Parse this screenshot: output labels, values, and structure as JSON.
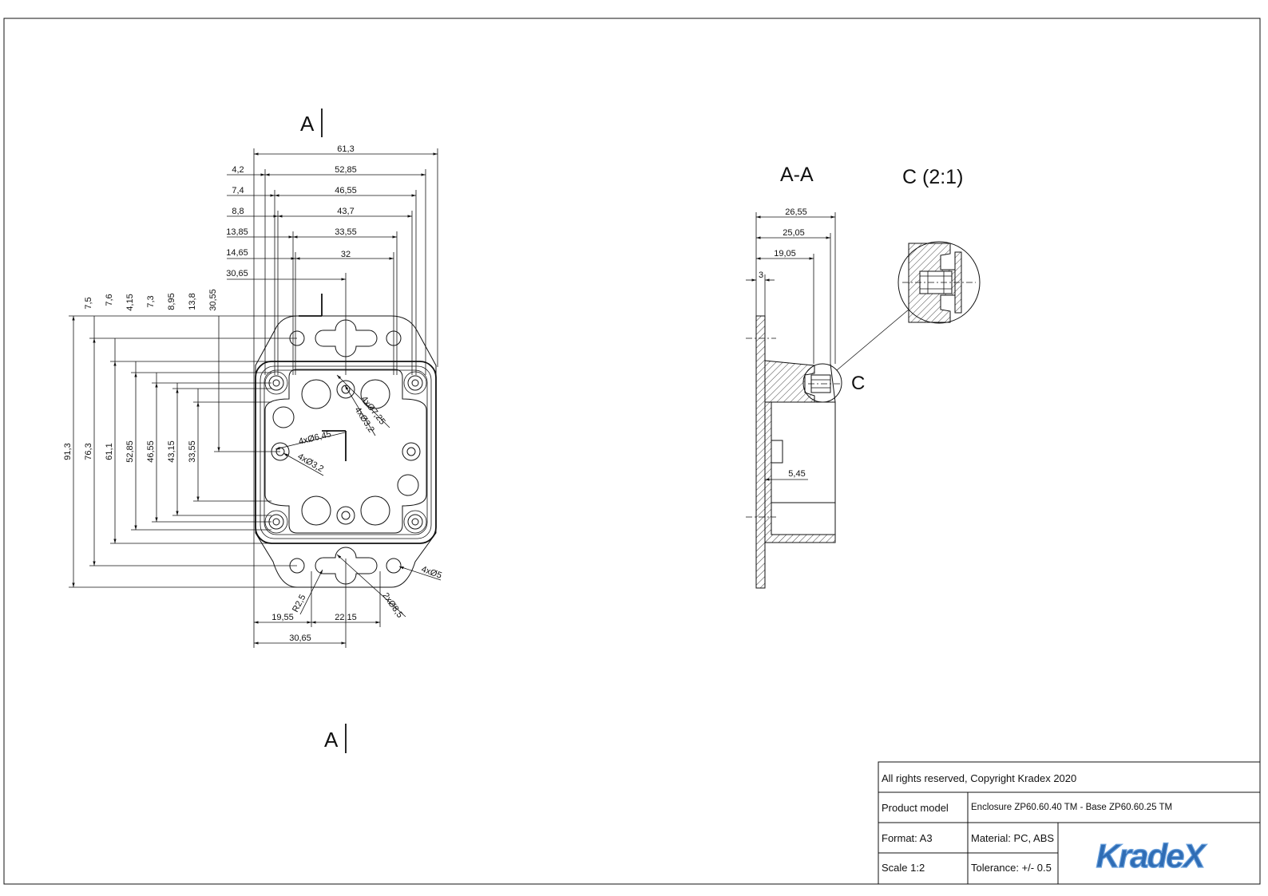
{
  "section_markers": {
    "top": "A",
    "bottom": "A",
    "section_title": "A-A",
    "detail_title": "C (2:1)",
    "detail_marker": "C"
  },
  "front_view": {
    "top_dims": [
      "61,3",
      "52,85",
      "46,55",
      "43,7",
      "33,55",
      "32"
    ],
    "left_offsets": [
      "4,2",
      "7,4",
      "8,8",
      "13,85",
      "14,65",
      "30,65"
    ],
    "vertical_offsets": [
      "7,5",
      "7,6",
      "4,15",
      "7,3",
      "8,95",
      "13,8",
      "30,55"
    ],
    "vertical_dims": [
      "91,3",
      "76,3",
      "61,1",
      "52,85",
      "46,55",
      "43,15",
      "33,55"
    ],
    "hole_labels": [
      "4xØ7,25",
      "4xØ3,2",
      "4xØ6,45",
      "4xØ3,2",
      "4xØ5",
      "2xØ8,5",
      "R2,5"
    ],
    "bottom_dims": [
      "19,55",
      "22,15",
      "30,65"
    ]
  },
  "section_view": {
    "dims": [
      "26,55",
      "25,05",
      "19,05",
      "3",
      "5,45"
    ]
  },
  "title_block": {
    "copyright": "All rights reserved, Copyright Kradex 2020",
    "product_model_label": "Product model",
    "product_model_value": "Enclosure ZP60.60.40 TM - Base ZP60.60.25 TM",
    "format": "Format: A3",
    "material": "Material: PC, ABS",
    "scale": "Scale 1:2",
    "tolerance": "Tolerance: +/- 0.5",
    "logo_text": "KradeX"
  },
  "colors": {
    "line": "#111111",
    "logo_blue": "#2f6db5",
    "logo_light": "#6aa0dc"
  }
}
